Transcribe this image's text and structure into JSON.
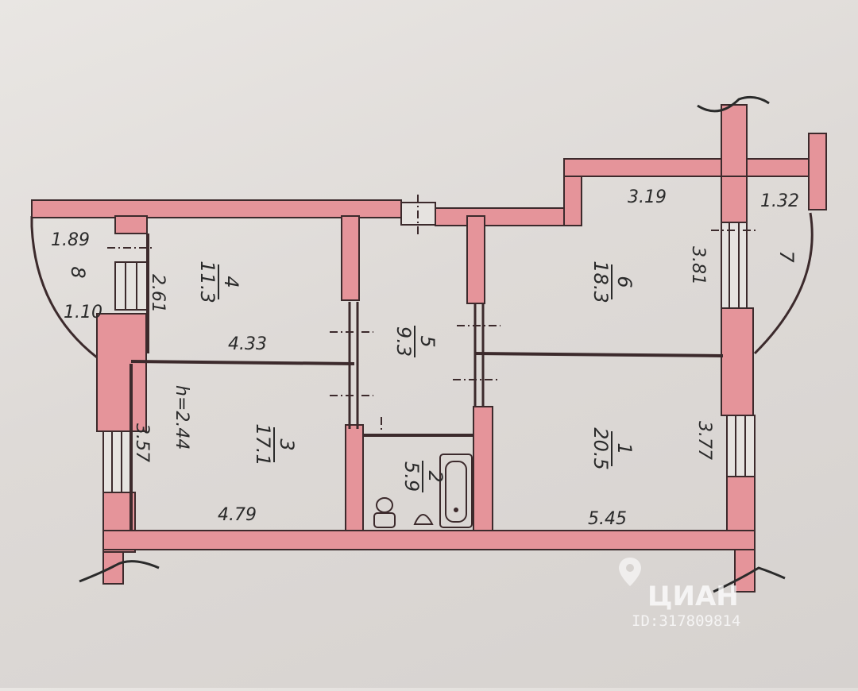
{
  "colors": {
    "wall": "#e5949a",
    "wall_edge": "#3c2a2c",
    "paper": "#e6e3e0"
  },
  "rooms": [
    {
      "id": "1",
      "area": "20.5"
    },
    {
      "id": "2",
      "area": "5.9"
    },
    {
      "id": "3",
      "area": "17.1"
    },
    {
      "id": "4",
      "area": "11.3"
    },
    {
      "id": "5",
      "area": "9.3"
    },
    {
      "id": "6",
      "area": "18.3"
    },
    {
      "id": "7"
    },
    {
      "id": "8"
    }
  ],
  "dimensions": {
    "room8_top": "1.89",
    "room8_bottom": "1.10",
    "room4_side": "2.61",
    "room4_width": "4.33",
    "room3_height_ceiling": "h=2.44",
    "room3_side": "3.57",
    "room3_width": "4.79",
    "room6_top": "3.19",
    "room6_side": "3.81",
    "room7_top": "1.32",
    "room1_side": "3.77",
    "room1_width": "5.45"
  },
  "watermark": {
    "brand": "ЦИАН",
    "listing_id": "ID:317809814"
  }
}
